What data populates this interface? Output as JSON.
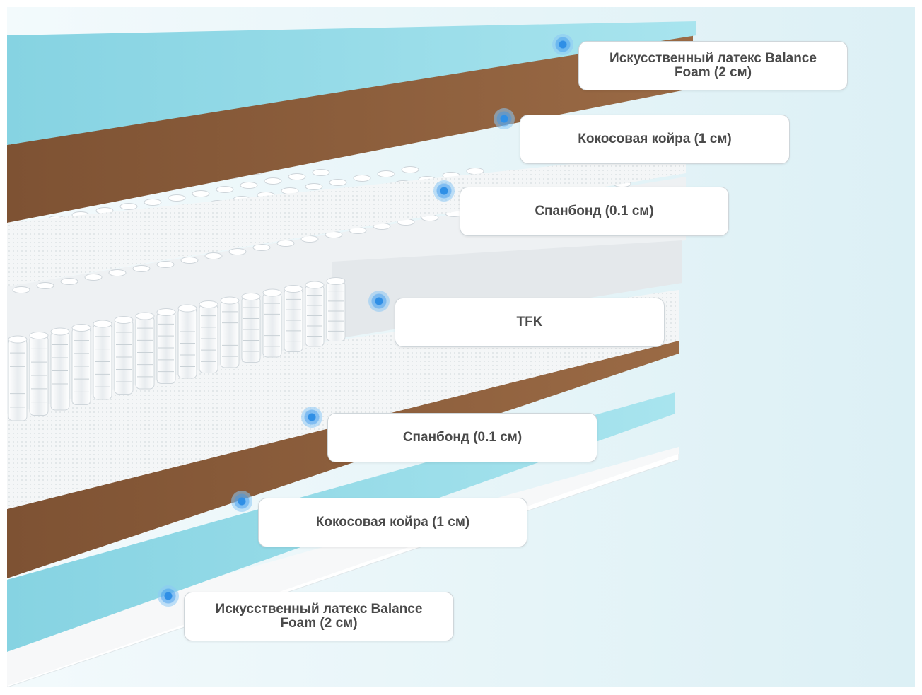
{
  "diagram": {
    "layers": [
      {
        "id": "top-latex",
        "label": "Искусственный латекс Balance Foam (2 см)"
      },
      {
        "id": "top-coir",
        "label": "Кокосовая койра (1 см)"
      },
      {
        "id": "top-spunbond",
        "label": "Спанбонд (0.1 см)"
      },
      {
        "id": "springs",
        "label": "TFK"
      },
      {
        "id": "bottom-spunbond",
        "label": "Спанбонд (0.1 см)"
      },
      {
        "id": "bottom-coir",
        "label": "Кокосовая койра (1 см)"
      },
      {
        "id": "bottom-latex",
        "label": "Искусственный латекс Balance Foam (2 см)"
      }
    ]
  },
  "colors": {
    "latex": "#8fd9e6",
    "coir": "#8a5a3a",
    "spunbond": "#f2f4f5",
    "spring": "#ffffff",
    "dot": "#2f8fe6",
    "background": "#e6f4f8"
  }
}
